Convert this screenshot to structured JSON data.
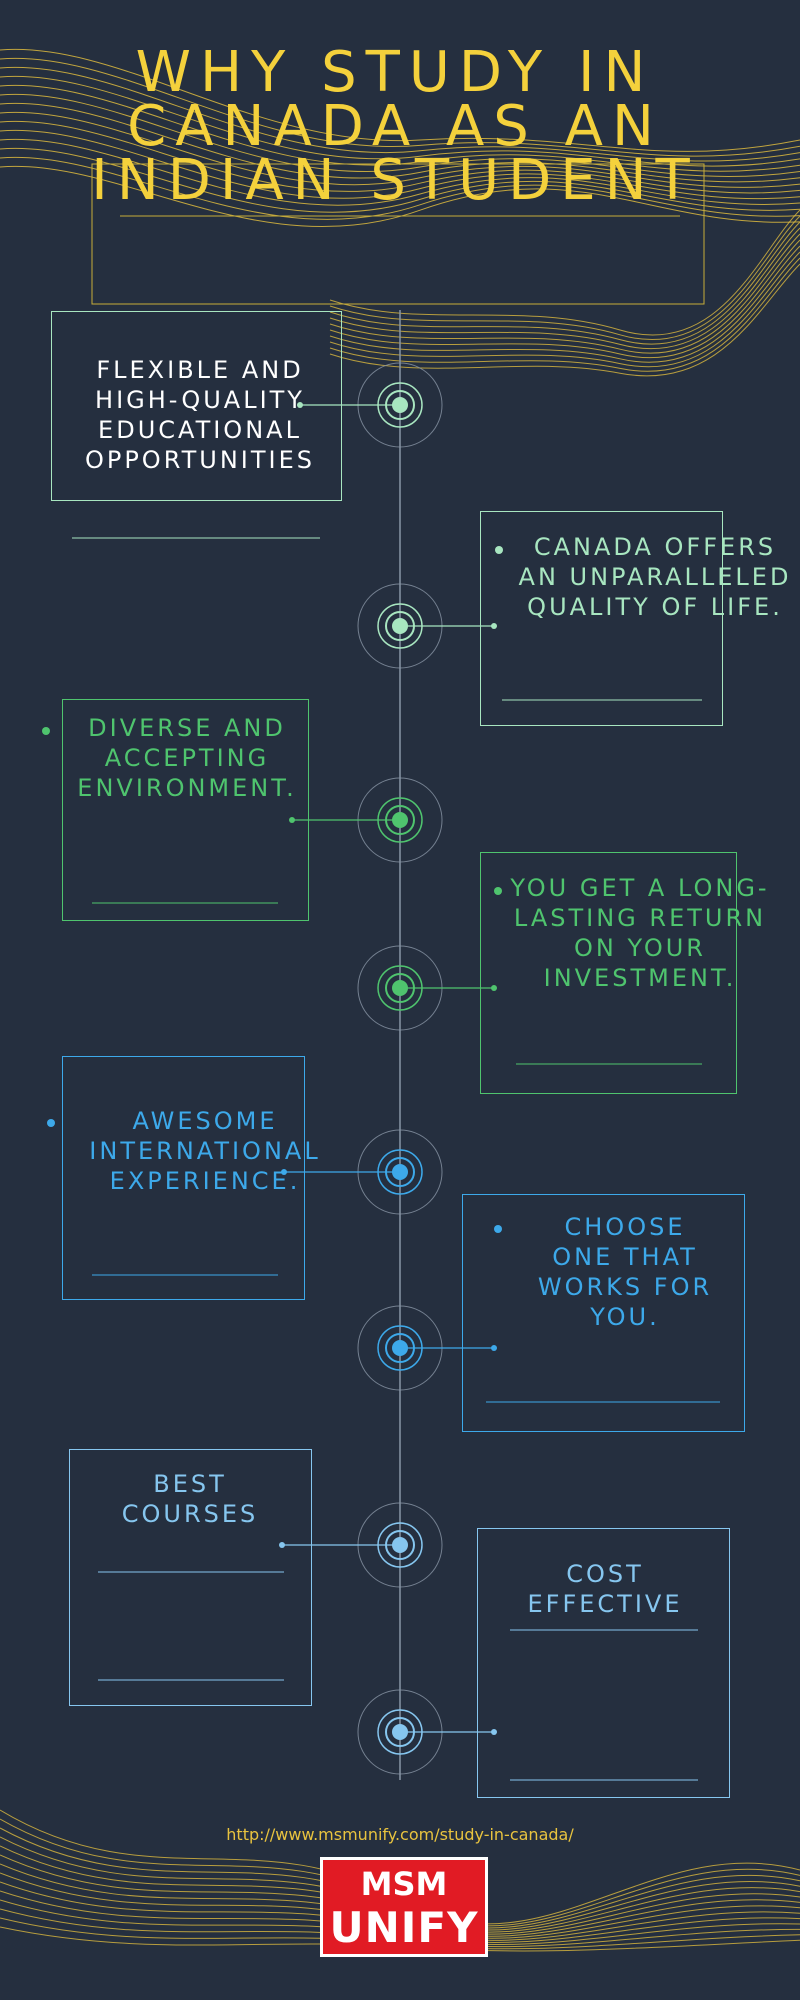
{
  "title": "WHY STUDY IN CANADA AS AN INDIAN STUDENT",
  "items": [
    {
      "text": "FLEXIBLE AND HIGH-QUALITY EDUCATIONAL OPPORTUNITIES",
      "color": "#ffffff",
      "accent": "#a8e6c0"
    },
    {
      "text": "CANADA OFFERS AN UNPARALLELED QUALITY OF LIFE.",
      "color": "#a8e6c0",
      "accent": "#a8e6c0"
    },
    {
      "text": "DIVERSE AND ACCEPTING ENVIRONMENT.",
      "color": "#4fc46e",
      "accent": "#4fc46e"
    },
    {
      "text": "YOU GET A LONG-LASTING RETURN ON YOUR INVESTMENT.",
      "color": "#4fc46e",
      "accent": "#4fc46e"
    },
    {
      "text": "AWESOME INTERNATIONAL EXPERIENCE.",
      "color": "#3da9ea",
      "accent": "#3da9ea"
    },
    {
      "text": "CHOOSE ONE THAT WORKS FOR YOU.",
      "color": "#3da9ea",
      "accent": "#3da9ea"
    },
    {
      "text": "BEST COURSES",
      "color": "#86c6ef",
      "accent": "#86c6ef"
    },
    {
      "text": "COST EFFECTIVE",
      "color": "#86c6ef",
      "accent": "#86c6ef"
    }
  ],
  "footer": {
    "url": "http://www.msmunify.com/study-in-canada/",
    "logo_line1": "MSM",
    "logo_line2": "UNIFY"
  },
  "colors": {
    "background": "#252f3f",
    "title": "#f4d13c",
    "decorative_lines": "#e8c33f",
    "timeline": "#8895a5",
    "logo": "#e11b24"
  }
}
